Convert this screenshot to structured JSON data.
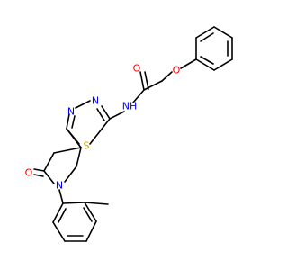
{
  "molecule": {
    "atoms": {
      "carbonyl_oxygen": {
        "label": "O",
        "color": "#ff0000"
      },
      "ether_oxygen": {
        "label": "O",
        "color": "#ff0000"
      },
      "amide_nitrogen": {
        "label": "NH",
        "color": "#0000ff"
      },
      "thiadiazole_n3": {
        "label": "N",
        "color": "#0000ff"
      },
      "thiadiazole_n4": {
        "label": "N",
        "color": "#0000ff"
      },
      "thiadiazole_sulfur": {
        "label": "S",
        "color": "#c8a200"
      },
      "lactam_oxygen": {
        "label": "O",
        "color": "#ff0000"
      },
      "lactam_nitrogen": {
        "label": "N",
        "color": "#0000ff"
      }
    },
    "bond_color": "#000000"
  }
}
